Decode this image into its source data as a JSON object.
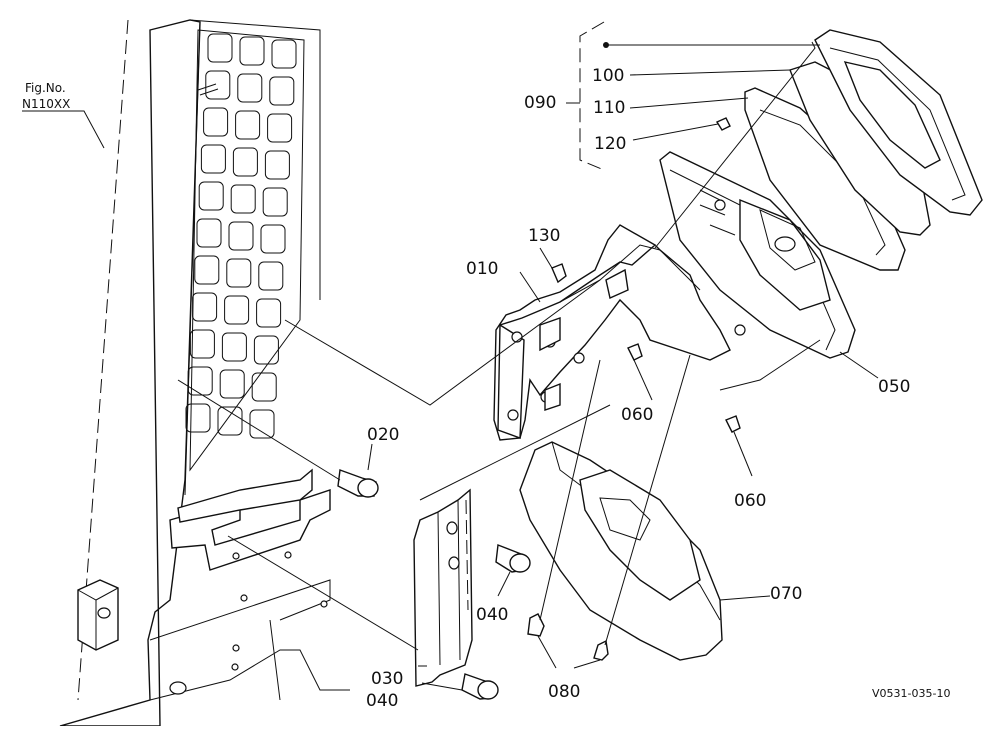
{
  "figure": {
    "fig_label": "Fig.No.",
    "fig_number": "N110XX",
    "drawing_code": "V0531-035-10"
  },
  "callouts": {
    "p010": "010",
    "p020": "020",
    "p030": "030",
    "p040a": "040",
    "p040b": "040",
    "p050": "050",
    "p060a": "060",
    "p060b": "060",
    "p070": "070",
    "p080": "080",
    "p090": "090",
    "p100": "100",
    "p110": "110",
    "p120": "120",
    "p130": "130"
  }
}
